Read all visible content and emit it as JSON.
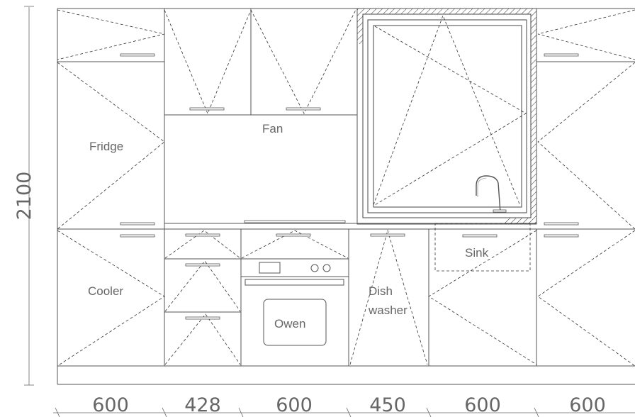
{
  "labels": {
    "fridge": "Fridge",
    "fan": "Fan",
    "cooler": "Cooler",
    "owen": "Owen",
    "dish_line1": "Dish",
    "dish_line2": "washer",
    "sink": "Sink"
  },
  "dimensions": {
    "height": "2100",
    "widths": [
      "600",
      "428",
      "600",
      "450",
      "600",
      "600"
    ]
  }
}
